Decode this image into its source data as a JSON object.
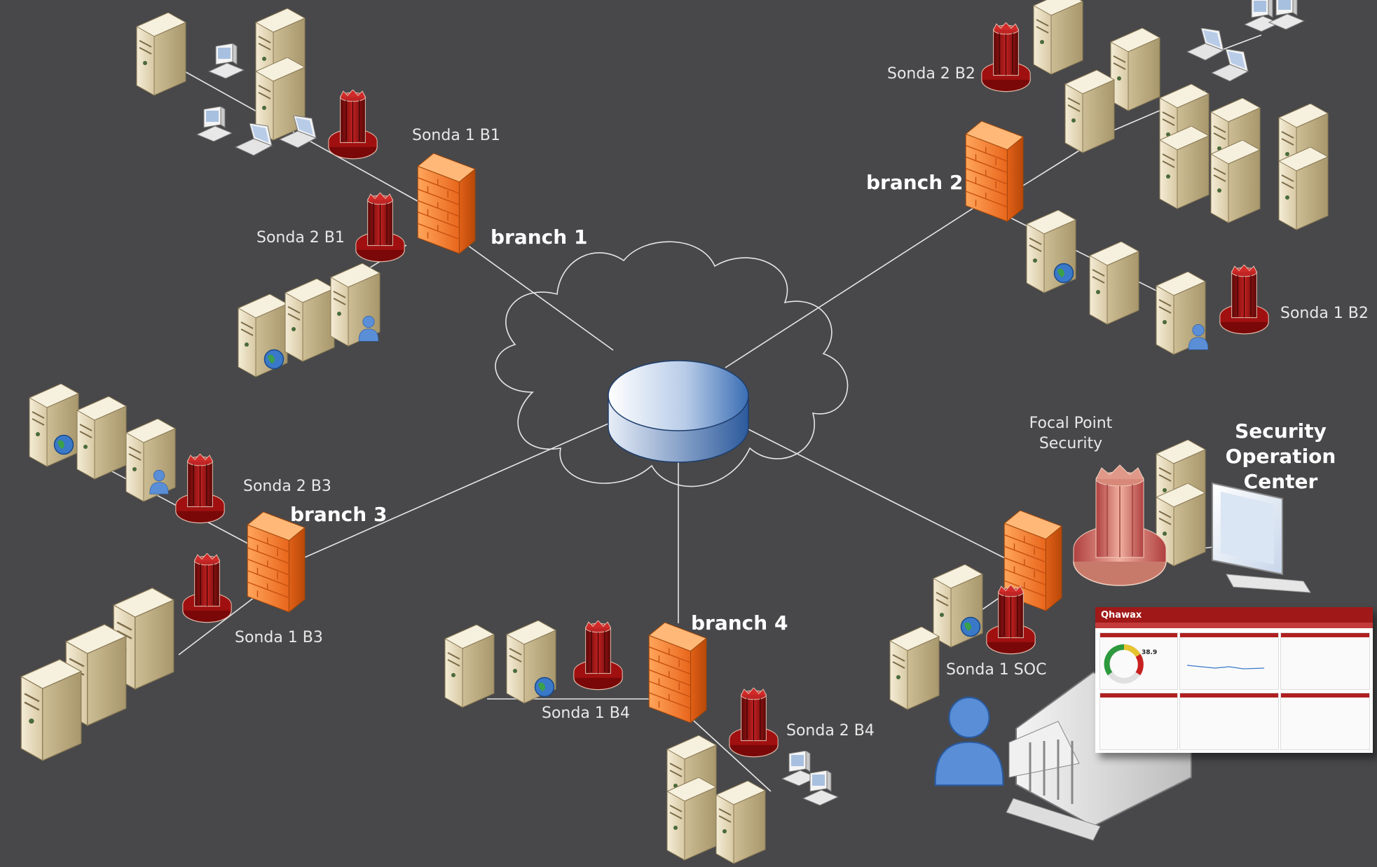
{
  "labels": {
    "sonda1_b1": "Sonda 1 B1",
    "sonda2_b1": "Sonda 2 B1",
    "sonda2_b2": "Sonda 2 B2",
    "sonda1_b2": "Sonda 1 B2",
    "sonda2_b3": "Sonda 2 B3",
    "sonda1_b3": "Sonda 1 B3",
    "sonda1_b4": "Sonda 1 B4",
    "sonda2_b4": "Sonda 2 B4",
    "sonda1_soc": "Sonda 1 SOC",
    "focal_line1": "Focal Point",
    "focal_line2": "Security"
  },
  "branches": {
    "b1": "branch 1",
    "b2": "branch 2",
    "b3": "branch 3",
    "b4": "branch 4"
  },
  "soc": {
    "line1": "Security Operation",
    "line2": "Center"
  },
  "dashboard": {
    "logo": "Qhawax",
    "gauge_value": "38.9"
  },
  "colors": {
    "background": "#48484a",
    "firewall": "#f07a2c",
    "probe": "#8e1010",
    "server": "#e8dcc0",
    "router": "#4a78b8",
    "link": "#e8e8e8"
  }
}
